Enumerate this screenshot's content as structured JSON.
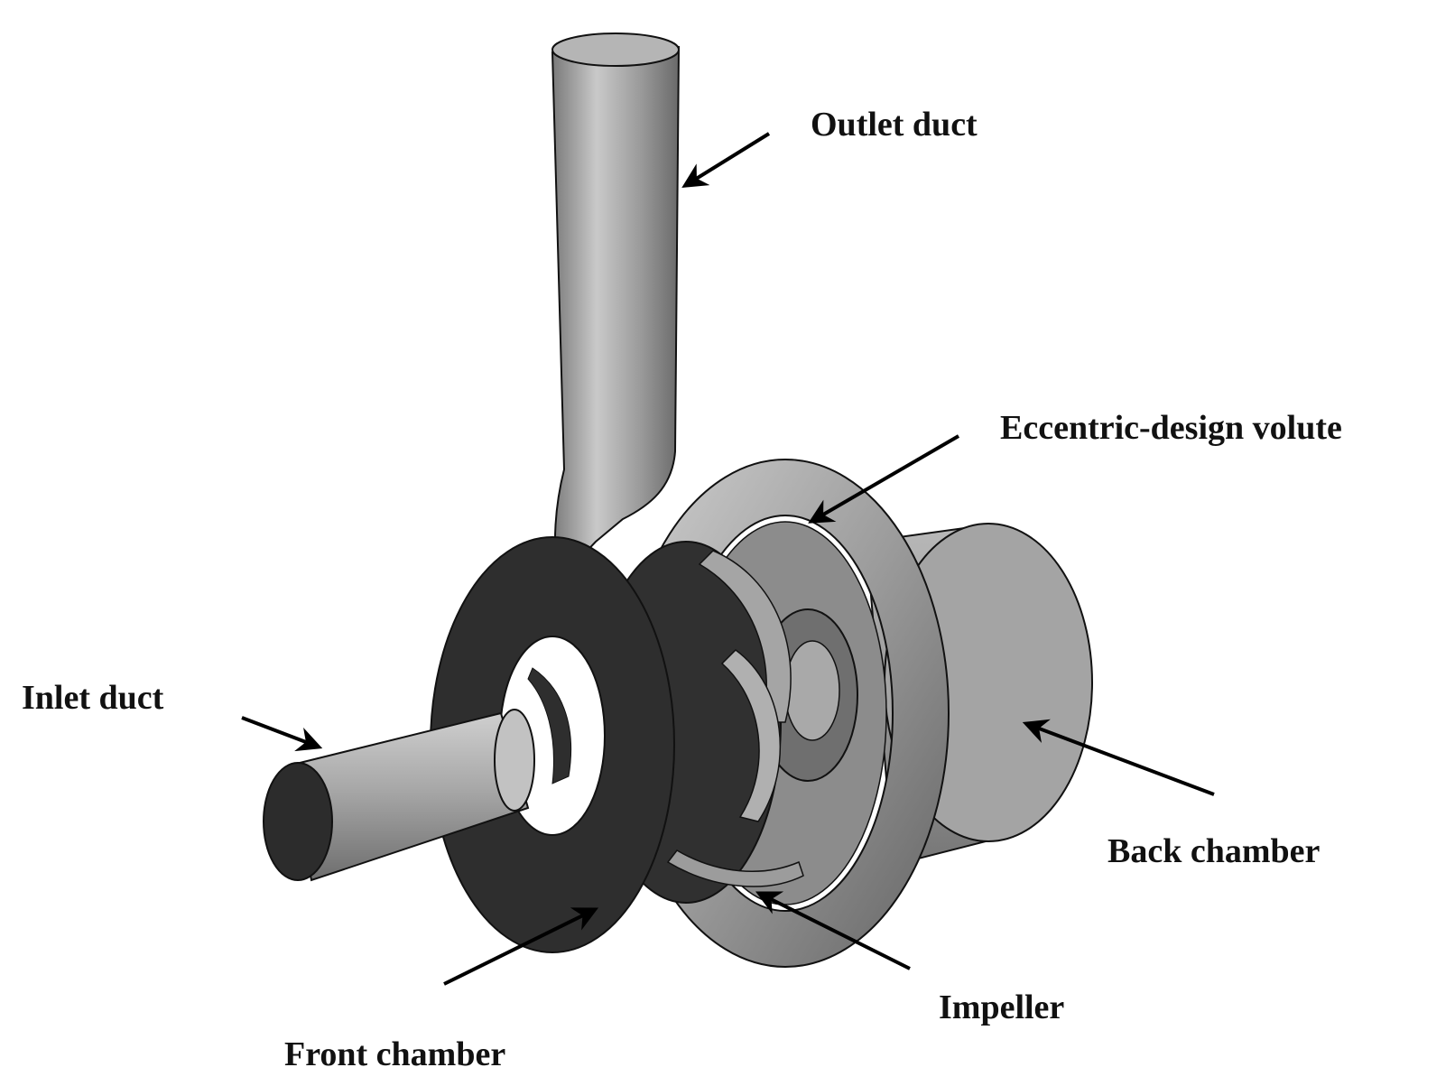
{
  "labels": {
    "outlet_duct": "Outlet duct",
    "eccentric_volute": "Eccentric-design volute",
    "inlet_duct": "Inlet duct",
    "back_chamber": "Back chamber",
    "impeller": "Impeller",
    "front_chamber": "Front chamber"
  },
  "colors": {
    "light_metal": "#bdbdbd",
    "mid_metal": "#8f8f8f",
    "dark_face": "#2f2f2f",
    "outline": "#111111"
  }
}
